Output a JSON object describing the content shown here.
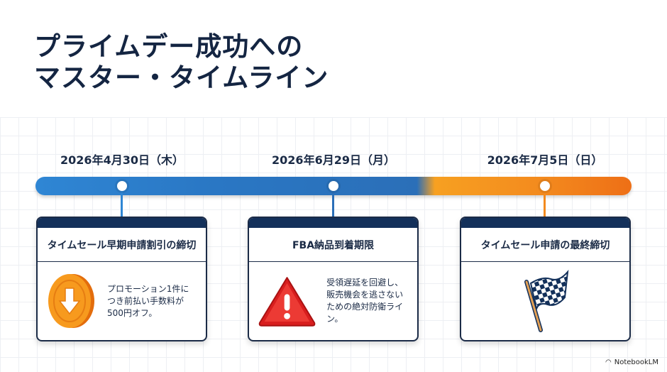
{
  "title": {
    "line1": "プライムデー成功への",
    "line2": "マスター・タイムライン"
  },
  "milestones": [
    {
      "date": "2026年4月30日（木）",
      "heading": "タイムセール早期申請割引の締切",
      "text": "プロモーション1件につき前払い手数料が500円オフ。",
      "icon": "discount-coin-icon",
      "color": "#2f86d4"
    },
    {
      "date": "2026年6月29日（月）",
      "heading": "FBA納品到着期限",
      "text": "受領遅延を回避し、販売機会を逃さないための絶対防衛ライン。",
      "icon": "warning-icon",
      "color": "#2b6fb8"
    },
    {
      "date": "2026年7月5日（日）",
      "heading": "タイムセール申請の最終締切",
      "text": "",
      "icon": "checkered-flag-icon",
      "color": "#f38a1e"
    }
  ],
  "brand": "NotebookLM"
}
